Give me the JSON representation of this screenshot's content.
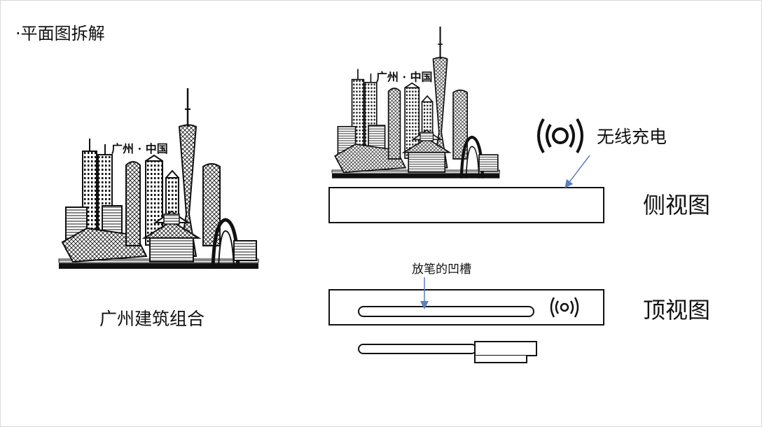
{
  "page_title": "·平面图拆解",
  "left_caption": "广州建筑组合",
  "skyline_label": "广州 · 中国",
  "views": {
    "side_view_label": "侧视图",
    "top_view_label": "顶视图"
  },
  "annotations": {
    "wireless_charging": "无线充电",
    "pen_groove": "放笔的凹槽"
  },
  "icons": {
    "skyline": "guangzhou-skyline-illustration",
    "wireless": "wireless-charging-icon",
    "pen": "pen-icon"
  },
  "colors": {
    "line": "#111111",
    "arrow": "#5b7fbf"
  }
}
